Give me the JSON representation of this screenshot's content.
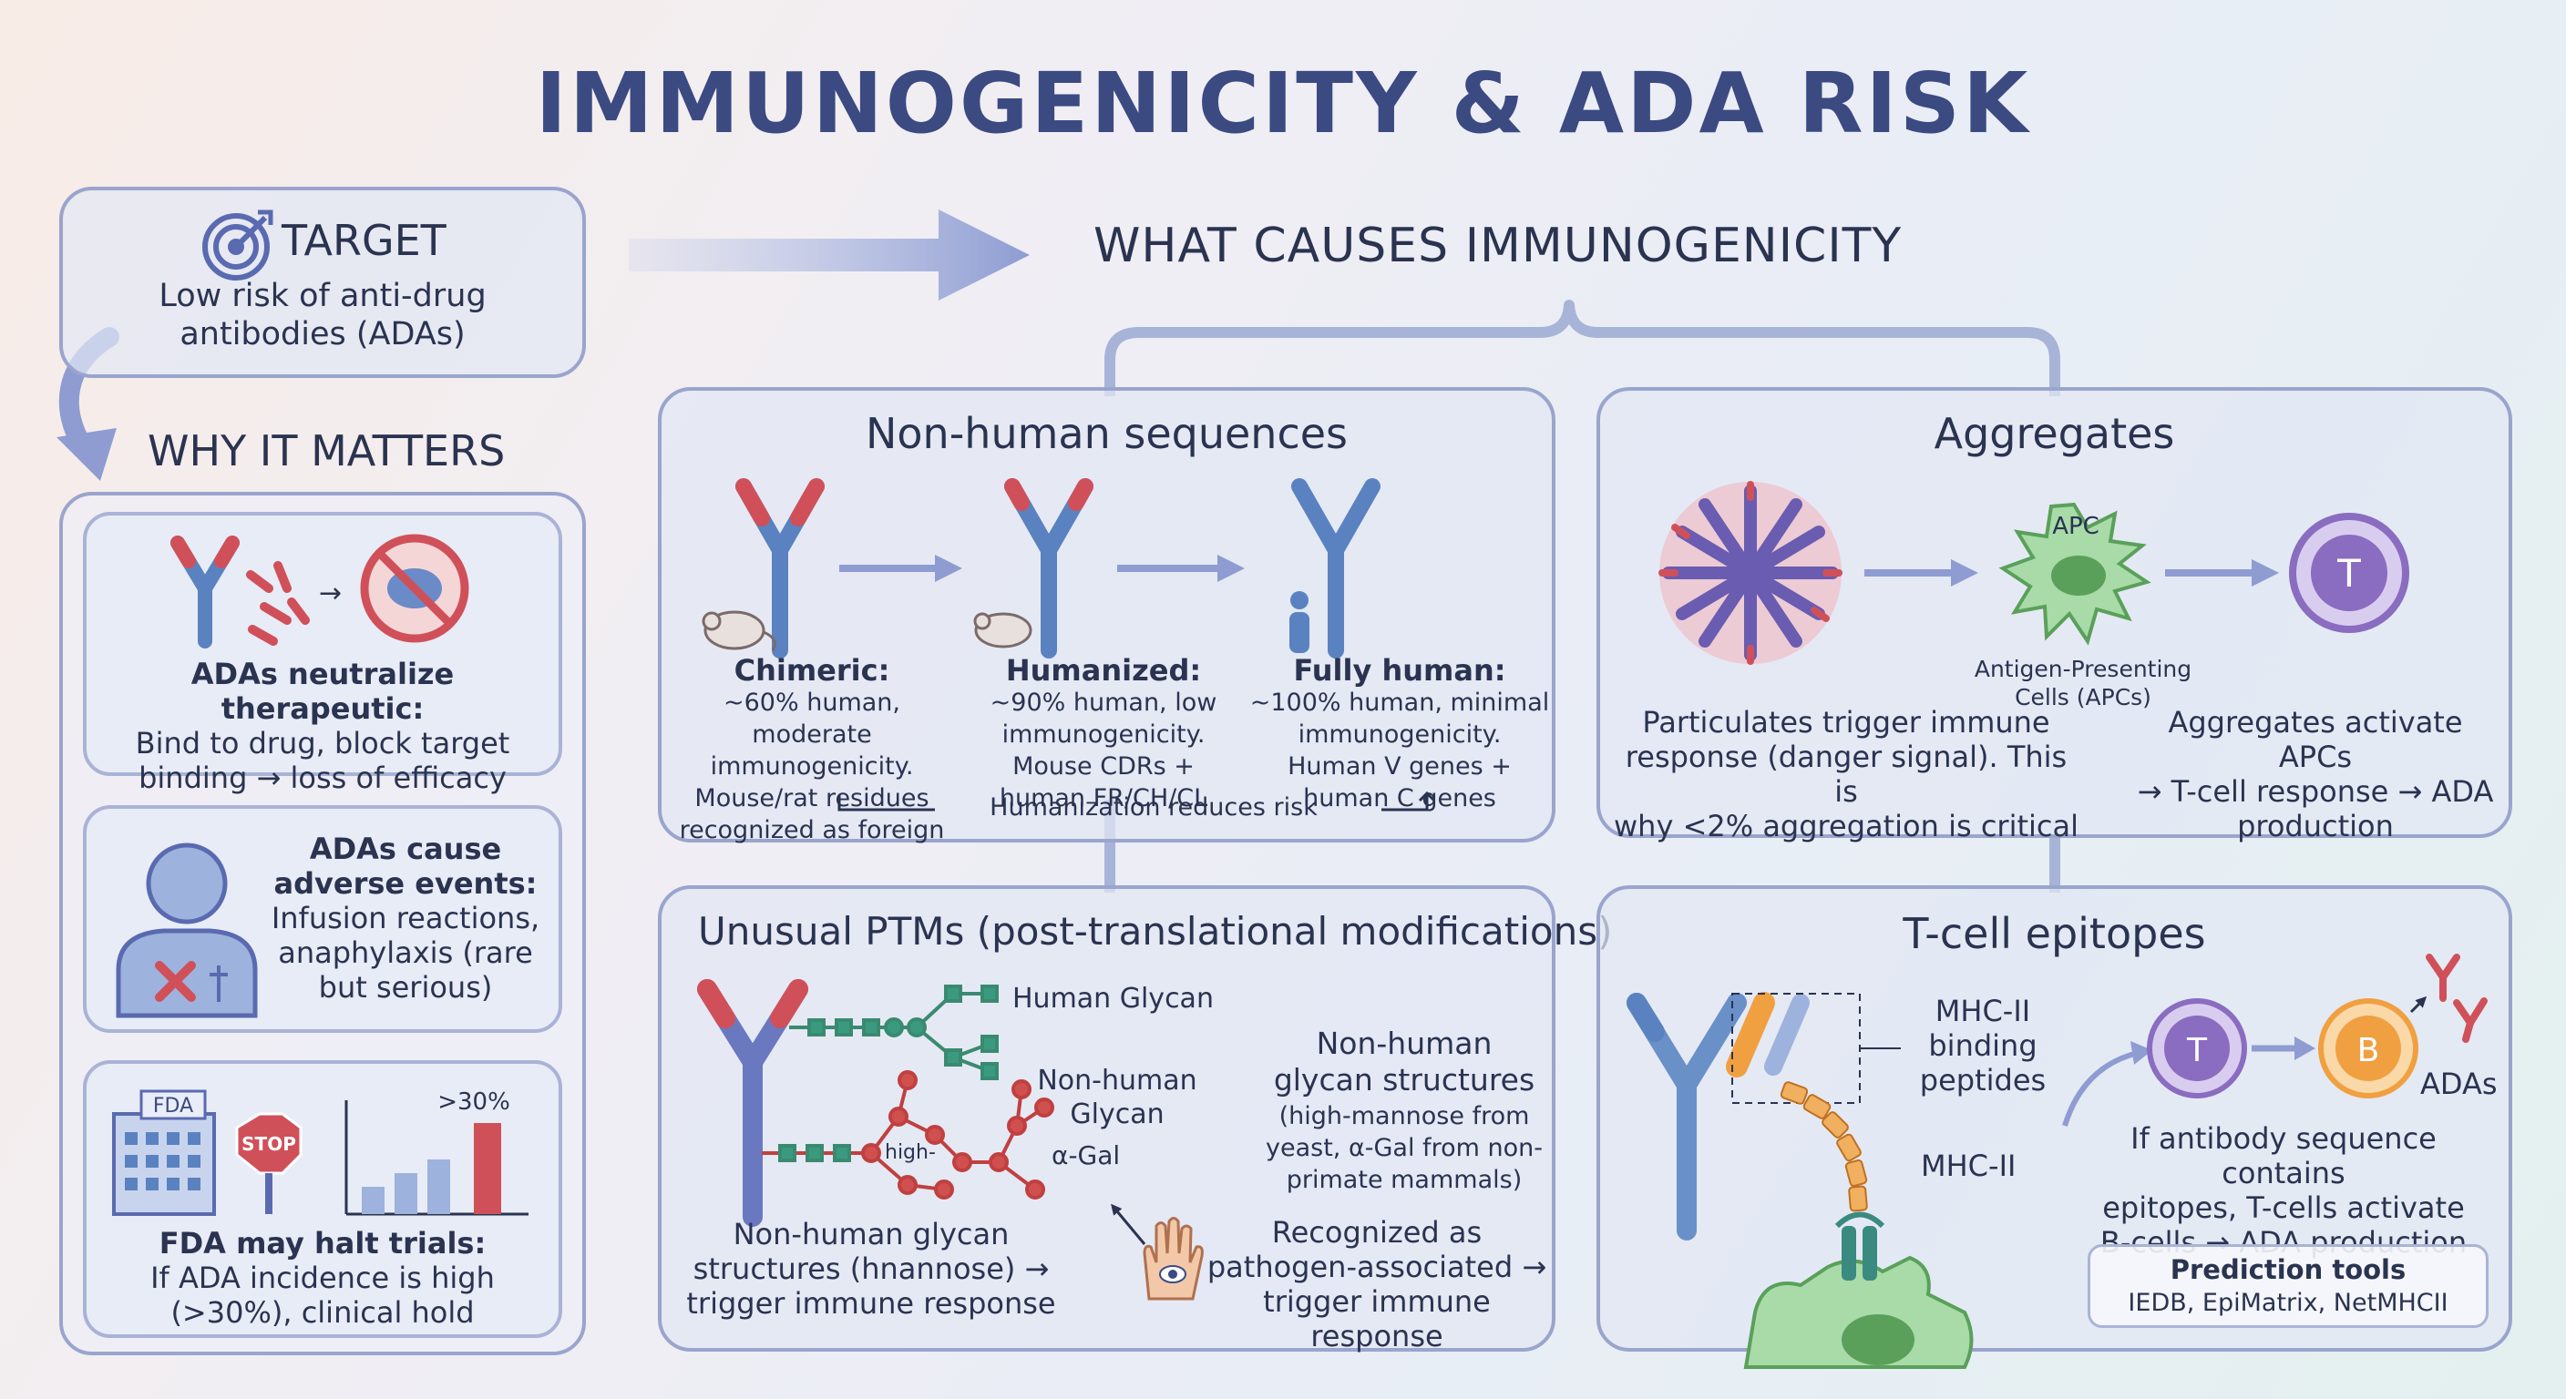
{
  "title": "IMMUNOGENICITY & ADA RISK",
  "target": {
    "heading": "TARGET",
    "line1": "Low risk of anti-drug",
    "line2": "antibodies (ADAs)"
  },
  "why": {
    "heading": "WHY IT MATTERS",
    "card1": {
      "title": "ADAs neutralize therapeutic:",
      "line1": "Bind to drug, block target",
      "line2": "binding → loss of efficacy"
    },
    "card2": {
      "title1": "ADAs cause",
      "title2": "adverse events:",
      "line1": "Infusion reactions,",
      "line2": "anaphylaxis (rare",
      "line3": "but serious)"
    },
    "card3": {
      "fda_sign": "FDA",
      "stop_sign": "STOP",
      "bar_label": ">30%",
      "title": "FDA may halt trials:",
      "line1": "If ADA incidence is high",
      "line2": "(>30%), clinical hold"
    }
  },
  "causes_heading": "WHAT CAUSES IMMUNOGENICITY",
  "nonhuman": {
    "heading": "Non-human sequences",
    "chimeric": {
      "title": "Chimeric:",
      "l1": "~60% human, moderate",
      "l2": "immunogenicity.",
      "l3": "Mouse/rat residues",
      "l4": "recognized as foreign"
    },
    "humanized": {
      "title": "Humanized:",
      "l1": "~90% human, low",
      "l2": "immunogenicity.",
      "l3": "Mouse CDRs +",
      "l4": "human FR/CH/CL"
    },
    "fully": {
      "title": "Fully human:",
      "l1": "~100% human, minimal",
      "l2": "immunogenicity.",
      "l3": "Human V genes +",
      "l4": "human C genes"
    },
    "footer": "Humanization reduces risk"
  },
  "aggregates": {
    "heading": "Aggregates",
    "apc_label": "APC",
    "apc_caption1": "Antigen-Presenting",
    "apc_caption2": "Cells (APCs)",
    "tcell_label": "T",
    "left1": "Particulates trigger immune",
    "left2": "response (danger signal). This is",
    "left3": "why <2% aggregation is critical",
    "right1": "Aggregates activate APCs",
    "right2": "→ T-cell response → ADA",
    "right3": "production"
  },
  "ptms": {
    "heading": "Unusual PTMs (post-translational modifications)",
    "human_glycan": "Human Glycan",
    "nonhuman_glycan1": "Non-human",
    "nonhuman_glycan2": "Glycan",
    "high_label": "high-",
    "agal_label": "α-Gal",
    "right_title1": "Non-human",
    "right_title2": "glycan structures",
    "right_l1": "(high-mannose from",
    "right_l2": "yeast, α-Gal from non-",
    "right_l3": "primate mammals)",
    "bottom_left1": "Non-human glycan",
    "bottom_left2": "structures (hnannose) →",
    "bottom_left3": "trigger immune response",
    "bottom_right1": "Recognized as",
    "bottom_right2": "pathogen-associated →",
    "bottom_right3": "trigger immune response"
  },
  "tcell": {
    "heading": "T-cell epitopes",
    "mhc_binding1": "MHC-II",
    "mhc_binding2": "binding",
    "mhc_binding3": "peptides",
    "mhc_label": "MHC-II",
    "t_label": "T",
    "b_label": "B",
    "adas_label": "ADAs",
    "desc1": "If antibody sequence contains",
    "desc2": "epitopes, T-cells activate",
    "desc3": "B-cells → ADA production",
    "tools_title": "Prediction tools",
    "tools_list": "IEDB, EpiMatrix, NetMHCII"
  },
  "colors": {
    "title": "#3c4a82",
    "antibody_blue": "#5a82c0",
    "antibody_red": "#d0505a",
    "apc_green": "#78c07a",
    "tcell_purple": "#8a6cc0",
    "bcell_orange": "#f0a040"
  }
}
